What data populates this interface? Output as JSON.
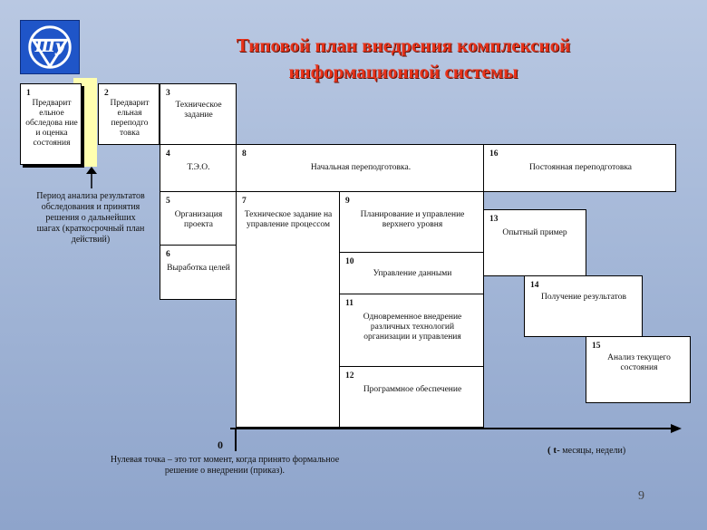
{
  "title": {
    "line1": "Типовой план внедрения комплексной",
    "line2": "информационной системы"
  },
  "logo": {
    "icon": "university-logo-icon"
  },
  "boxes": {
    "b1": {
      "num": "1",
      "text": "Предварит ельное обследова ние и оценка состояния"
    },
    "b2": {
      "num": "2",
      "text": "Предварит ельная переподго товка"
    },
    "b3": {
      "num": "3",
      "text": "Техническое задание"
    },
    "b4": {
      "num": "4",
      "text": "Т.Э.О."
    },
    "b5": {
      "num": "5",
      "text": "Организация проекта"
    },
    "b6": {
      "num": "6",
      "text": "Выработка целей"
    },
    "b7": {
      "num": "7",
      "text": "Техническое задание на управление процессом"
    },
    "b8": {
      "num": "8",
      "text": "Начальная переподготовка."
    },
    "b9": {
      "num": "9",
      "text": "Планирование и управление верхнего уровня"
    },
    "b10": {
      "num": "10",
      "text": "Управление данными"
    },
    "b11": {
      "num": "11",
      "text": "Одновременное внедрение различных технологий организации и управления"
    },
    "b12": {
      "num": "12",
      "text": "Программное обеспечение"
    },
    "b13": {
      "num": "13",
      "text": "Опытный пример"
    },
    "b14": {
      "num": "14",
      "text": "Получение результатов"
    },
    "b15": {
      "num": "15",
      "text": "Анализ текущего состояния"
    },
    "b16": {
      "num": "16",
      "text": "Постоянная переподготовка"
    }
  },
  "notes": {
    "analysis_period": "Период анализа результатов обследования и принятия решения о дальнейших шагах (краткосрочный план действий)",
    "zero_point": "Нулевая точка – это тот момент, когда принято формальное решение о внедрении (приказ).",
    "zero_label": "0",
    "time_axis_prefix": "( t-",
    "time_axis_units": " месяцы, недели)"
  },
  "page_number": "9"
}
